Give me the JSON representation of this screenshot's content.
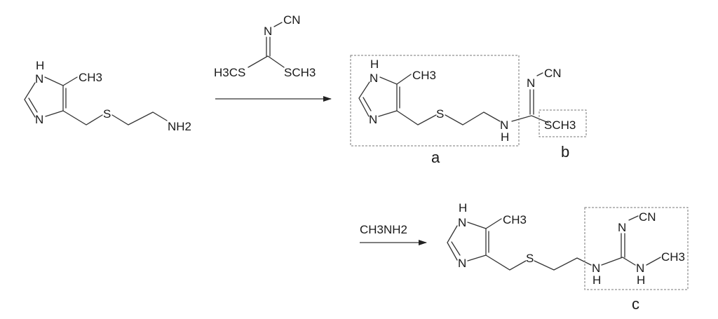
{
  "reactant": {
    "h": "H",
    "n1": "N",
    "ch3": "CH3",
    "n3": "N",
    "s": "S",
    "nh2": "NH2"
  },
  "reagent1": {
    "n": "N",
    "cn": "CN",
    "left": "H3CS",
    "right": "SCH3"
  },
  "intermediate": {
    "h": "H",
    "n1": "N",
    "ch3": "CH3",
    "n3": "N",
    "s": "S",
    "nh": "N",
    "nh_h": "H",
    "n": "N",
    "cn": "CN",
    "sch3": "SCH3",
    "label_a": "a",
    "label_b": "b"
  },
  "reagent2": {
    "text": "CH3NH2"
  },
  "product": {
    "h": "H",
    "n1": "N",
    "ch3": "CH3",
    "n3": "N",
    "s": "S",
    "nh": "N",
    "nh_h": "H",
    "n": "N",
    "cn": "CN",
    "nh2": "N",
    "nh2_h": "H",
    "ch3b": "CH3",
    "label_c": "c"
  }
}
